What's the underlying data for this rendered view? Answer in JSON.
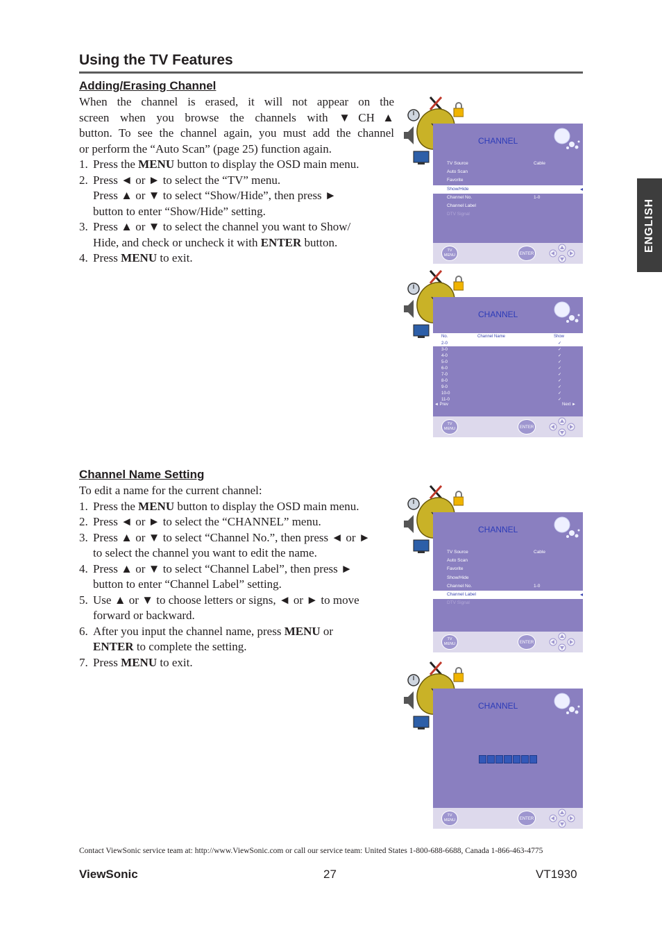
{
  "header": {
    "title": "Using the TV Features"
  },
  "lang_tab": "ENGLISH",
  "section1": {
    "heading": "Adding/Erasing Channel",
    "intro_lines": [
      "When the channel is erased, it will not appear on the",
      "screen when you browse the channels with ▼CH▲",
      "button. To see the channel again, you must add the channel",
      "or perform the “Auto Scan” (page 25) function again."
    ],
    "steps": [
      {
        "num": "1.",
        "lines": [
          "Press the MENU button to display the OSD main menu."
        ]
      },
      {
        "num": "2.",
        "lines": [
          "Press ◄ or ► to select the “TV” menu.",
          "Press ▲ or ▼ to select “Show/Hide”, then press ►",
          "button to enter “Show/Hide” setting."
        ]
      },
      {
        "num": "3.",
        "lines": [
          "Press ▲ or ▼ to select the channel you want to Show/",
          "Hide, and check or uncheck it with ENTER button."
        ]
      },
      {
        "num": "4.",
        "lines": [
          "Press MENU to exit."
        ]
      }
    ]
  },
  "section2": {
    "heading": "Channel Name Setting",
    "intro": "To edit a name for the current channel:",
    "steps": [
      {
        "num": "1.",
        "lines": [
          "Press the MENU button to display the OSD main menu."
        ]
      },
      {
        "num": "2.",
        "lines": [
          "Press ◄ or ► to select the “CHANNEL” menu."
        ]
      },
      {
        "num": "3.",
        "lines": [
          "Press ▲ or ▼ to select “Channel No.”, then press ◄ or ►",
          "to select the channel you want to edit the name."
        ]
      },
      {
        "num": "4.",
        "lines": [
          "Press ▲ or ▼ to select “Channel Label”, then press ►",
          "button to enter “Channel Label” setting."
        ]
      },
      {
        "num": "5.",
        "lines": [
          "Use ▲ or ▼ to choose letters or signs, ◄ or ► to move",
          "forward or backward."
        ]
      },
      {
        "num": "6.",
        "lines": [
          "After you input the channel name, press MENU or",
          "ENTER to complete the setting."
        ]
      },
      {
        "num": "7.",
        "lines": [
          "Press MENU to exit."
        ]
      }
    ]
  },
  "osd": {
    "title": "CHANNEL",
    "tv_btn_line1": "TV",
    "tv_btn_line2": "MENU",
    "enter_btn": "ENTER",
    "menu_items": [
      {
        "label": "TV Source",
        "value": "Cable"
      },
      {
        "label": "Auto Scan",
        "value": ""
      },
      {
        "label": "Favorite",
        "value": ""
      },
      {
        "label": "Show/Hide",
        "value": ""
      },
      {
        "label": "Channel No.",
        "value": "1-0"
      },
      {
        "label": "Channel Label",
        "value": ""
      },
      {
        "label": "DTV Signal",
        "value": ""
      }
    ],
    "table": {
      "col_no": "No.",
      "col_name": "Channel Name",
      "col_show": "Show",
      "rows": [
        "2-0",
        "3-0",
        "4-0",
        "5-0",
        "6-0",
        "7-0",
        "8-0",
        "9-0",
        "10-0",
        "11-0"
      ],
      "check": "✓",
      "prev": "◄ Prev",
      "next": "Next ►"
    }
  },
  "footer": {
    "contact": "Contact ViewSonic service team at: http://www.ViewSonic.com or call our service team: United States 1-800-688-6688, Canada 1-866-463-4775",
    "brand": "ViewSonic",
    "page": "27",
    "model": "VT1930"
  }
}
